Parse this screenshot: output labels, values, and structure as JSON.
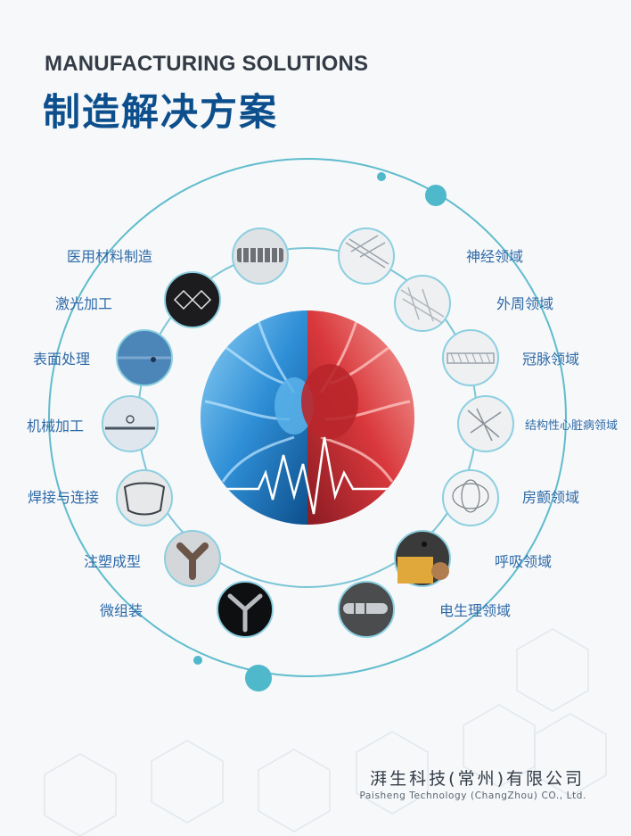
{
  "header": {
    "title_en": "MANUFACTURING SOLUTIONS",
    "title_cn": "制造解决方案"
  },
  "left_labels": [
    "医用材料制造",
    "激光加工",
    "表面处理",
    "机械加工",
    "焊接与连接",
    "注塑成型",
    "微组装"
  ],
  "right_labels": [
    "神经领域",
    "外周领域",
    "冠脉领域",
    "结构性心脏病领域",
    "房颤领域",
    "呼吸领域",
    "电生理领域"
  ],
  "footer": {
    "company_cn": "湃生科技(常州)有限公司",
    "company_en": "Paisheng Technology (ChangZhou) CO., Ltd."
  },
  "colors": {
    "brand_blue": "#0d4f8c",
    "label_blue": "#2f6aa8",
    "accent_teal": "#4fb8cb",
    "heart_blue": "#2f8fd6",
    "heart_red": "#d9383c"
  }
}
